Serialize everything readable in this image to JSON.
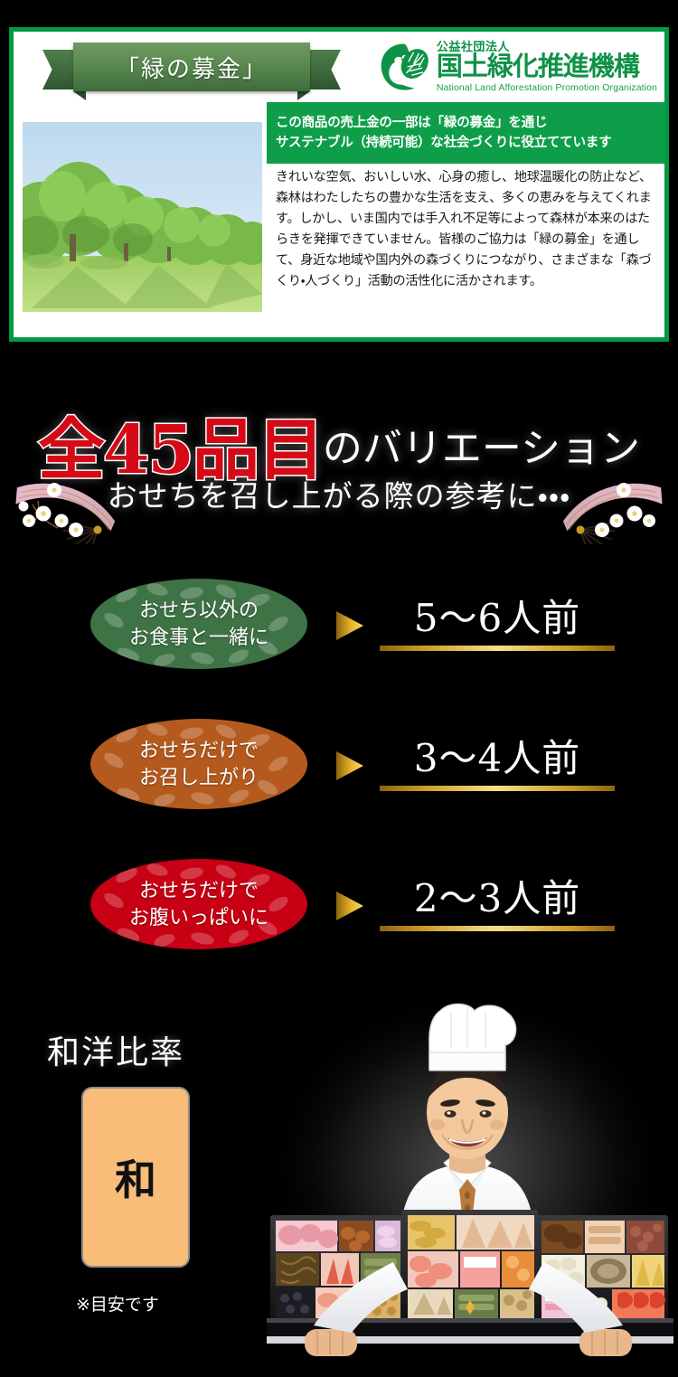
{
  "donation": {
    "ribbon_label": "「緑の募金」",
    "org": {
      "prefix": "公益社団法人",
      "name": "国土緑化推進機構",
      "english": "National Land Afforestation Promotion Organization",
      "mark_icon": "leaf-globe-icon",
      "brand_color": "#0f9247"
    },
    "highlight_line1": "この商品の売上金の一部は「緑の募金」を通じ",
    "highlight_line2": "サステナブル（持続可能）な社会づくりに役立てています",
    "photo_alt": "forest-park-photo",
    "body": "きれいな空気、おいしい水、心身の癒し、地球温暖化の防止など、森林はわたしたちの豊かな生活を支え、多くの恵みを与えてくれます。しかし、いま国内では手入れ不足等によって森林が本来のはたらきを発揮できていません。皆様のご協力は「緑の募金」を通して、身近な地域や国内外の森づくりにつながり、さまざまな「森づくり・人づくり」活動の活性化に活かされます。",
    "border_color": "#009944",
    "strip_color": "#0e9e4a"
  },
  "headline": {
    "count": "全45品目",
    "count_color": "#d60a16",
    "rest": "のバリエーション",
    "subtitle": "おせちを召し上がる際の参考に・・・",
    "decoration_icon": "japanese-fan-icon"
  },
  "servings": {
    "arrow_icon": "triangle-right-icon",
    "rows": [
      {
        "condition_line1": "おせち以外の",
        "condition_line2": "お食事と一緒に",
        "value": "5〜6人前",
        "oval_color": "#3e7346"
      },
      {
        "condition_line1": "おせちだけで",
        "condition_line2": "お召し上がり",
        "value": "3〜4人前",
        "oval_color": "#b55a1e"
      },
      {
        "condition_line1": "おせちだけで",
        "condition_line2": "お腹いっぱいに",
        "value": "2〜3人前",
        "oval_color": "#c70013"
      }
    ]
  },
  "ratio": {
    "title": "和洋比率",
    "tile_label": "和",
    "tile_color": "#f9bd79",
    "note": "※目安です"
  },
  "chef": {
    "image_alt": "chef-holding-osechi-boxes",
    "hat_icon": "chef-hat-icon"
  }
}
